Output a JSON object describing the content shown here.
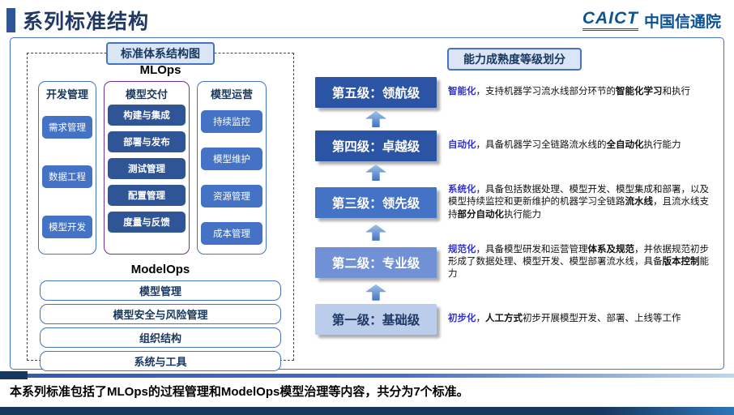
{
  "header": {
    "title": "系列标准结构",
    "logo_caict": "CAICT",
    "logo_cn": "中国信通院"
  },
  "left_panel": {
    "title": "标准体系结构图",
    "mlops_label": "MLOps",
    "columns": [
      {
        "header": "开发管理",
        "border": "#4472C4",
        "btn_color": "#4472C4",
        "items": [
          "需求管理",
          "数据工程",
          "模型开发"
        ]
      },
      {
        "header": "模型交付",
        "border": "#7030A0",
        "btn_color": "#2F5597",
        "items": [
          "构建与集成",
          "部署与发布",
          "测试管理",
          "配置管理",
          "度量与反馈"
        ]
      },
      {
        "header": "模型运营",
        "border": "#4472C4",
        "btn_color": "#4472C4",
        "items": [
          "持续监控",
          "模型维护",
          "资源管理",
          "成本管理"
        ]
      }
    ],
    "modelops_label": "ModelOps",
    "modelops_items": [
      "模型管理",
      "模型安全与风险管理",
      "组织结构",
      "系统与工具"
    ]
  },
  "right_panel": {
    "title": "能力成熟度等级划分",
    "up_arrow_icon": "up-arrow-icon",
    "levels": [
      {
        "label": "第五级：领航级",
        "box_color": "#2C54A4",
        "text_color": "#ffffff",
        "desc": [
          {
            "t": "智能化",
            "style": "kw"
          },
          {
            "t": "，支持机器学习流水线部分环节的",
            "style": ""
          },
          {
            "t": "智能化学习",
            "style": "b"
          },
          {
            "t": "和执行",
            "style": ""
          }
        ]
      },
      {
        "label": "第四级：卓越级",
        "box_color": "#2C54A4",
        "text_color": "#ffffff",
        "desc": [
          {
            "t": "自动化",
            "style": "kw"
          },
          {
            "t": "，具备机器学习全链路流水线的",
            "style": ""
          },
          {
            "t": "全自动化",
            "style": "b"
          },
          {
            "t": "执行能力",
            "style": ""
          }
        ]
      },
      {
        "label": "第三级：领先级",
        "box_color": "#4472C4",
        "text_color": "#ffffff",
        "desc": [
          {
            "t": "系统化",
            "style": "kw"
          },
          {
            "t": "，具备包括数据处理、模型开发、模型集成和部署，以及模型持续监控和更新维护的机器学习全链路",
            "style": ""
          },
          {
            "t": "流水线",
            "style": "b"
          },
          {
            "t": "，且流水线支持",
            "style": ""
          },
          {
            "t": "部分自动化",
            "style": "b"
          },
          {
            "t": "执行能力",
            "style": ""
          }
        ]
      },
      {
        "label": "第二级：专业级",
        "box_color": "#7191D6",
        "text_color": "#ffffff",
        "desc": [
          {
            "t": "规范化",
            "style": "kw"
          },
          {
            "t": "，具备模型研发和运营管理",
            "style": ""
          },
          {
            "t": "体系及规范",
            "style": "b"
          },
          {
            "t": "，并依据规范初步形成了数据处理、模型开发、模型部署流水线，具备",
            "style": ""
          },
          {
            "t": "版本控制",
            "style": "b"
          },
          {
            "t": "能力",
            "style": ""
          }
        ]
      },
      {
        "label": "第一级：基础级",
        "box_color": "#BCCDEC",
        "text_color": "#1F3864",
        "desc": [
          {
            "t": "初步化",
            "style": "kw"
          },
          {
            "t": "，",
            "style": ""
          },
          {
            "t": "人工方式",
            "style": "b"
          },
          {
            "t": "初步开展模型开发、部署、上线等工作",
            "style": ""
          }
        ]
      }
    ]
  },
  "footer": {
    "text": "本系列标准包括了MLOps的过程管理和ModelOps模型治理等内容，共分为7个标准。"
  }
}
